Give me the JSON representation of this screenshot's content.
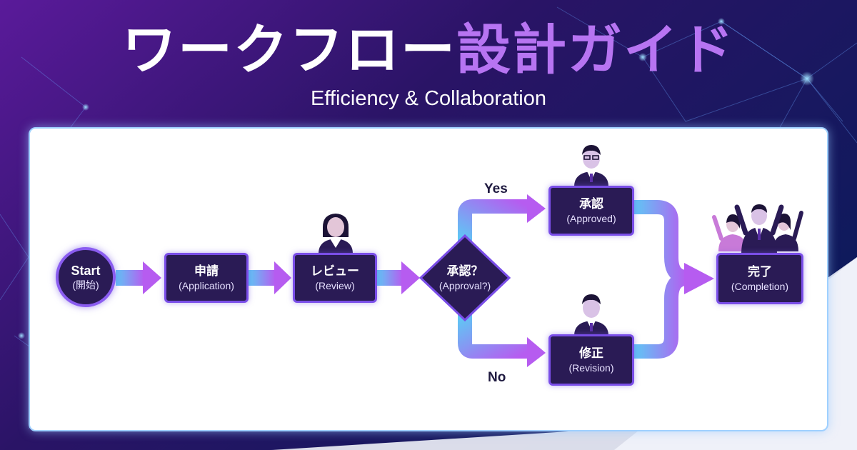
{
  "header": {
    "title_part1": "ワークフロー",
    "title_part2": "設計ガイド",
    "subtitle": "Efficiency & Collaboration"
  },
  "flow": {
    "start": {
      "main": "Start",
      "sub": "(開始)"
    },
    "application": {
      "main": "申請",
      "sub": "(Application)"
    },
    "review": {
      "main": "レビュー",
      "sub": "(Review)"
    },
    "decision": {
      "main": "承認？",
      "sub": "(Approval?)"
    },
    "approved": {
      "main": "承認",
      "sub": "(Approved)"
    },
    "revision": {
      "main": "修正",
      "sub": "(Revision)"
    },
    "completion": {
      "main": "完了",
      "sub": "(Completion)"
    },
    "branch_yes": "Yes",
    "branch_no": "No"
  },
  "icons": {
    "reviewer": "businesswoman-icon",
    "approver": "businessman-glasses-icon",
    "reviser": "businessman-icon",
    "team": "celebrating-team-icon"
  },
  "colors": {
    "background_dark": "#1a1144",
    "background_purple": "#4a1b8e",
    "accent_purple": "#b774f2",
    "node_fill": "#2a1b55",
    "node_border": "#7a4ee8",
    "arrow_start": "#5fc7f5",
    "arrow_end": "#b65cf0"
  }
}
